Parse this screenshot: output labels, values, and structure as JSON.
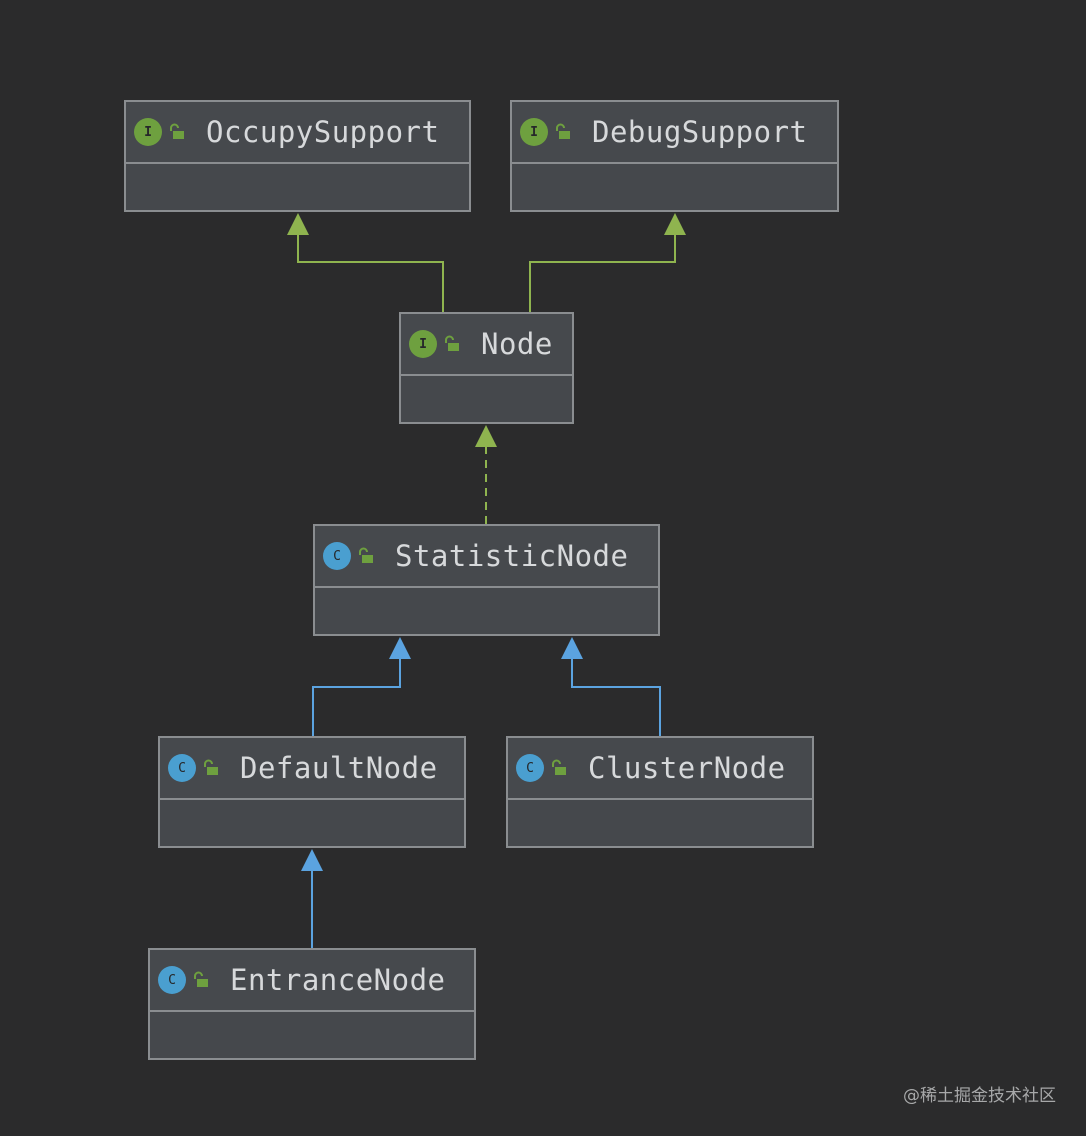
{
  "colors": {
    "background": "#2b2b2c",
    "box_fill": "#45484c",
    "box_border": "#8a8d90",
    "interface_edge": "#8fb44f",
    "class_edge": "#5ba3e0",
    "interface_icon": "#6ea03f",
    "class_icon": "#4a9fd0"
  },
  "nodes": {
    "occupy_support": {
      "name": "OccupySupport",
      "kind": "I",
      "icon": "interface-icon"
    },
    "debug_support": {
      "name": "DebugSupport",
      "kind": "I",
      "icon": "interface-icon"
    },
    "node": {
      "name": "Node",
      "kind": "I",
      "icon": "interface-icon"
    },
    "statistic_node": {
      "name": "StatisticNode",
      "kind": "C",
      "icon": "class-icon"
    },
    "default_node": {
      "name": "DefaultNode",
      "kind": "C",
      "icon": "class-icon"
    },
    "cluster_node": {
      "name": "ClusterNode",
      "kind": "C",
      "icon": "class-icon"
    },
    "entrance_node": {
      "name": "EntranceNode",
      "kind": "C",
      "icon": "class-icon"
    }
  },
  "edges": [
    {
      "from": "Node",
      "to": "OccupySupport",
      "relation": "extends-interface"
    },
    {
      "from": "Node",
      "to": "DebugSupport",
      "relation": "extends-interface"
    },
    {
      "from": "StatisticNode",
      "to": "Node",
      "relation": "implements"
    },
    {
      "from": "DefaultNode",
      "to": "StatisticNode",
      "relation": "extends"
    },
    {
      "from": "ClusterNode",
      "to": "StatisticNode",
      "relation": "extends"
    },
    {
      "from": "EntranceNode",
      "to": "DefaultNode",
      "relation": "extends"
    }
  ],
  "watermark": "@稀土掘金技术社区"
}
